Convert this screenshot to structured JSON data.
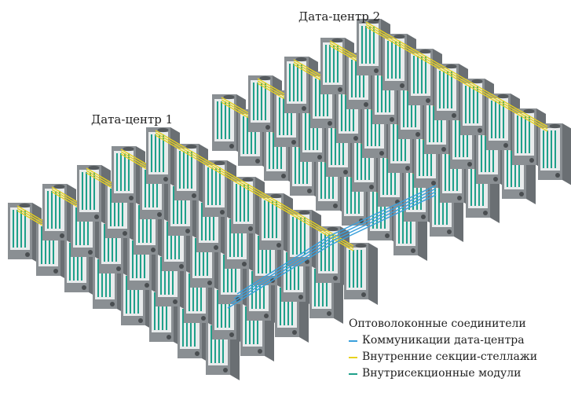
{
  "labels": {
    "dc1": "Дата-центр 1",
    "dc2": "Дата-центр 2"
  },
  "legend": {
    "title": "Оптоволоконные соединители",
    "items": [
      {
        "label": "Коммуникации дата-центра",
        "color": "#3aa0dc"
      },
      {
        "label": "Внутренние секции-стеллажи",
        "color": "#e8d21e"
      },
      {
        "label": "Внутрисекционные модули",
        "color": "#1fa08a"
      }
    ]
  },
  "colors": {
    "rack_front": "#8a8f93",
    "rack_side": "#6a6f73",
    "rack_top": "#b4b8bb",
    "face_bg": "#e8ebec",
    "module": "#1fa08a",
    "intra_rack": "#e8d21e",
    "inter_dc": "#3aa0dc"
  }
}
